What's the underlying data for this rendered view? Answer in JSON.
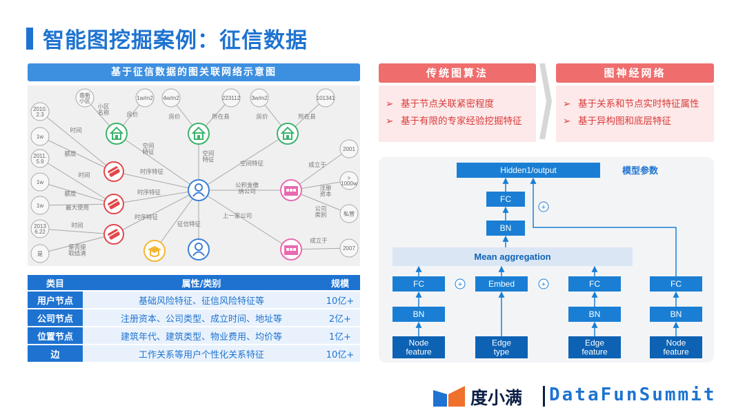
{
  "title": "智能图挖掘案例：征信数据",
  "graph": {
    "header": "基于征信数据的图关联网络示意图",
    "nodes": {
      "g_newarea": "南新\n小区",
      "g_1wm2": "1w/m2",
      "g_4wm2": "4w/m2",
      "g_223112": "223112",
      "g_3wm2": "3w/m2",
      "g_101341": "101341",
      "g_2010": "2010.\n2.3",
      "g_1w_a": "1w",
      "g_2011": "2011.\n5.9",
      "g_1w_b": "1w",
      "g_1w_c": "1w",
      "g_2013": "2013\n6.22",
      "g_yes": "是",
      "g_2001": "2001",
      "g_1000w": ">\n1000w",
      "g_private": "私营",
      "g_2007": "2007"
    },
    "edge_labels": {
      "e_area_name": "小区\n名称",
      "e_price1": "房价",
      "e_price2": "房价",
      "e_county1": "所在县",
      "e_price3": "房价",
      "e_county2": "所在县",
      "e_time1": "时间",
      "e_amount1": "额度",
      "e_time2": "时间",
      "e_amount2": "额度",
      "e_maxuse": "最大使用",
      "e_time3": "时间",
      "e_early": "是否提\n取结清",
      "e_space1": "空间\n特征",
      "e_time_f1": "时序特征",
      "e_space2": "空间\n特征",
      "e_space3": "空间特征",
      "e_found1": "成立于",
      "e_time_f2": "时序特征",
      "e_pf": "公积金缴\n纳公司",
      "e_capital": "注册\n资本",
      "e_time_f3": "时序特征",
      "e_credit": "征信特征",
      "e_prev": "上一家公司",
      "e_ctype": "公司\n类别",
      "e_found2": "成立于"
    }
  },
  "table": {
    "headers": [
      "类目",
      "属性/类别",
      "规模"
    ],
    "rows": [
      {
        "category": "用户节点",
        "attributes": "基础风险特征、征信风险特征等",
        "scale": "10亿+"
      },
      {
        "category": "公司节点",
        "attributes": "注册资本、公司类型、成立时间、地址等",
        "scale": "2亿+"
      },
      {
        "category": "位置节点",
        "attributes": "建筑年代、建筑类型、物业费用、均价等",
        "scale": "1亿+"
      },
      {
        "category": "边",
        "attributes": "工作关系等用户个性化关系特征",
        "scale": "10亿+"
      }
    ]
  },
  "traditional": {
    "header": "传统图算法",
    "items": [
      "基于节点关联紧密程度",
      "基于有限的专家经验挖掘特征"
    ]
  },
  "gnn": {
    "header": "图神经网络",
    "items": [
      "基于关系和节点实时特征属性",
      "基于异构图和底层特征"
    ]
  },
  "bullet_glyph": "➢",
  "model": {
    "output": "Hidden1/output",
    "params_label": "模型参数",
    "fc": "FC",
    "bn": "BN",
    "mean_agg": "Mean aggregation",
    "embed": "Embed",
    "plus": "+",
    "inputs": [
      "Node\nfeature",
      "Edge\ntype",
      "Edge\nfeature",
      "Node\nfeature"
    ]
  },
  "footer": {
    "brand": "度小满",
    "summit": "DataFunSummit"
  },
  "colors": {
    "primary_blue": "#1e73d1",
    "light_blue_header": "#3d8fe0",
    "red": "#ef6d6d",
    "red_text": "#d93b3b",
    "pink_bg": "#fde9e9",
    "model_blue": "#1a7fd4",
    "model_dark": "#0d62b4",
    "agg_bg": "#dbe6f5",
    "house_green": "#3bb36c",
    "card_red": "#e0474c",
    "user_blue": "#3a7fd5",
    "company_pink": "#e86ab0",
    "grad_yellow": "#f2b632"
  }
}
